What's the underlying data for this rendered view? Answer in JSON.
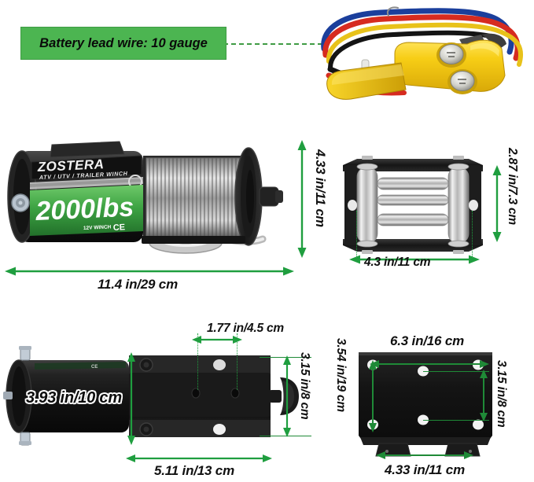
{
  "document": {
    "type": "product-dimension-diagram",
    "product_brand": "ZOSTERA",
    "product_subtitle": "ATV / UTV / TRAILER WINCH",
    "product_capacity": "2000lbs",
    "product_voltage": "12V WINCH",
    "product_cert": "CE"
  },
  "callout": {
    "label": "Battery lead wire: 10 gauge"
  },
  "panels": {
    "winch_front": {
      "name": "winch-assembly-front-view",
      "dimensions": {
        "height": "4.33 in/11 cm",
        "length": "11.4 in/29 cm"
      }
    },
    "roller_fairlead": {
      "name": "roller-fairlead",
      "dimensions": {
        "height": "2.87 in/7.3 cm",
        "width": "4.3 in/11 cm"
      }
    },
    "winch_side": {
      "name": "winch-assembly-side-view",
      "dimensions": {
        "motor_diameter": "3.93 in/10 cm",
        "hole_spacing": "1.77 in/4.5 cm",
        "drum_height": "3.15 in/8 cm",
        "base_length": "5.11 in/13 cm"
      }
    },
    "mounting_plate": {
      "name": "mounting-plate",
      "dimensions": {
        "width": "6.3 in/16 cm",
        "height": "3.54 in/19 cm",
        "hole_spacing_vertical": "3.15 in/8 cm",
        "foot_width": "4.33 in/11 cm"
      }
    },
    "remote": {
      "name": "handheld-remote-control",
      "wire_colors": [
        "#d62b20",
        "#1b3f9c",
        "#141414",
        "#e8c21a"
      ],
      "body_color": "#f3cc12",
      "buttons": [
        "winch-in-button",
        "winch-out-button"
      ]
    }
  },
  "colors": {
    "accent_green": "#1f9e3f",
    "callout_green": "#4CB551",
    "label_green": "#43b649",
    "body_black": "#1b1b1b"
  }
}
